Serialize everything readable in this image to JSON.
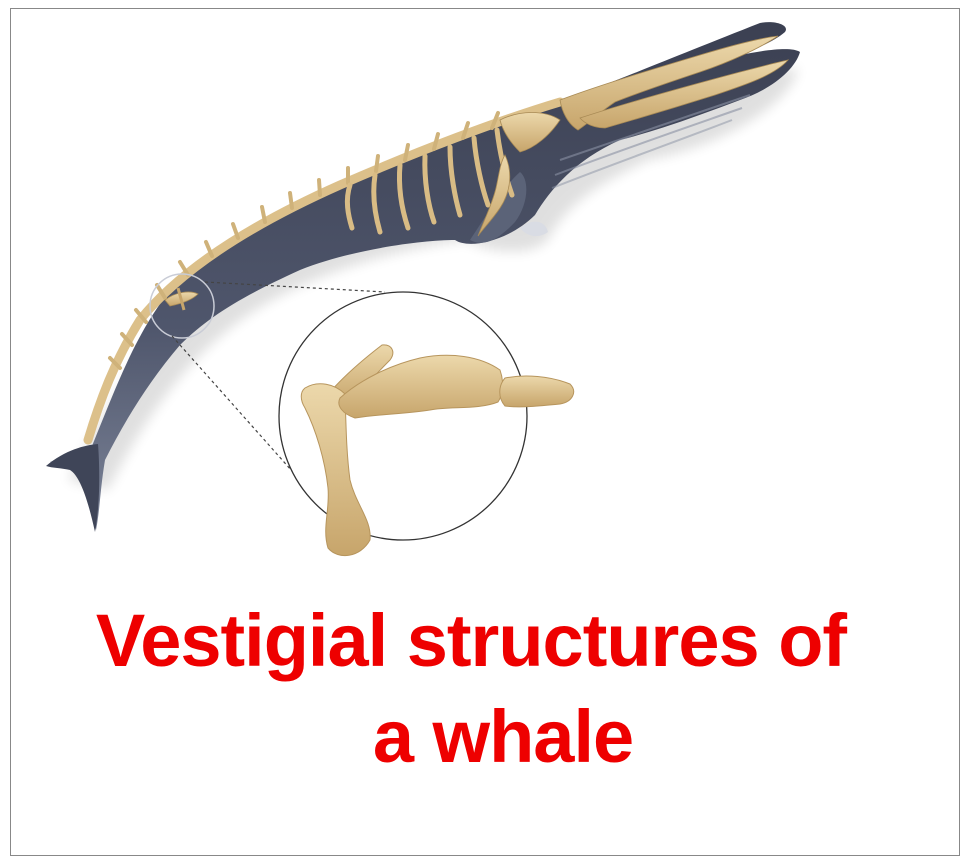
{
  "slide": {
    "caption_line1": "Vestigial structures of",
    "caption_line2": "a whale"
  },
  "colors": {
    "caption": "#ee0000",
    "whale_body": "#4a5064",
    "whale_belly": "#7b8296",
    "bone": "#ddc28e",
    "bone_shade": "#b99a63",
    "border": "#888888"
  },
  "icons": {
    "illustration": "whale-skeleton-illustration",
    "magnifier": "pelvic-bone-magnifier-circle"
  }
}
